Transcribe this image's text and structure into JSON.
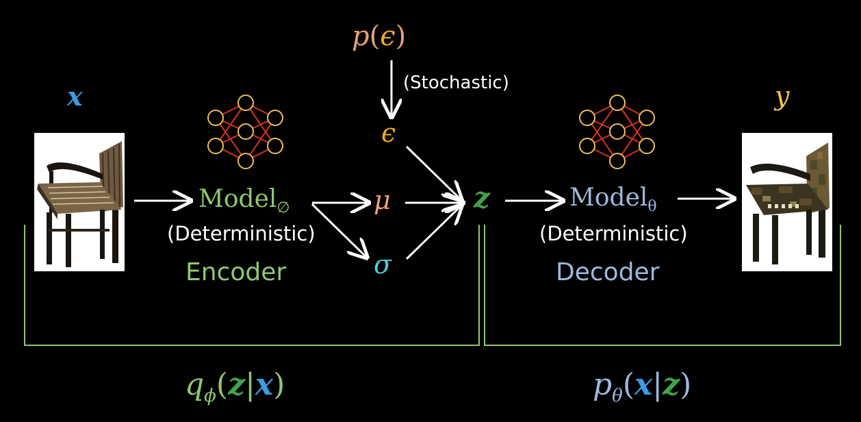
{
  "colors": {
    "background": "#000000",
    "x_blue": "#3d9be0",
    "z_green": "#3fa34a",
    "encoder_green": "#8fc86f",
    "decoder_blue": "#9fb8dc",
    "eps_orange": "#f2a82b",
    "p_salmon": "#e8a07a",
    "mu_salmon": "#eea07e",
    "sigma_cyan": "#4fd1d9",
    "y_yellow": "#f5c553",
    "nn_node": "#f0c05a",
    "nn_edge": "#d6311d"
  },
  "input": {
    "symbol": "x",
    "image": "chair-photo"
  },
  "output": {
    "symbol": "y",
    "image": "reconstructed-chair"
  },
  "noise": {
    "p_label": "p",
    "eps_symbol": "ϵ",
    "stochastic_label": "(Stochastic)"
  },
  "encoder": {
    "model_text": "Model",
    "model_sub": "∅",
    "mode_label": "(Deterministic)",
    "name": "Encoder"
  },
  "latent": {
    "mu": "μ",
    "sigma": "σ",
    "z": "z"
  },
  "decoder": {
    "model_text": "Model",
    "model_sub": "θ",
    "mode_label": "(Deterministic)",
    "name": "Decoder"
  },
  "brackets": {
    "left": {
      "q": "q",
      "sub": "ϕ",
      "z": "z",
      "bar": "|",
      "x": "x"
    },
    "right": {
      "p": "p",
      "sub": "θ",
      "x": "x",
      "bar": "|",
      "z": "z"
    }
  }
}
